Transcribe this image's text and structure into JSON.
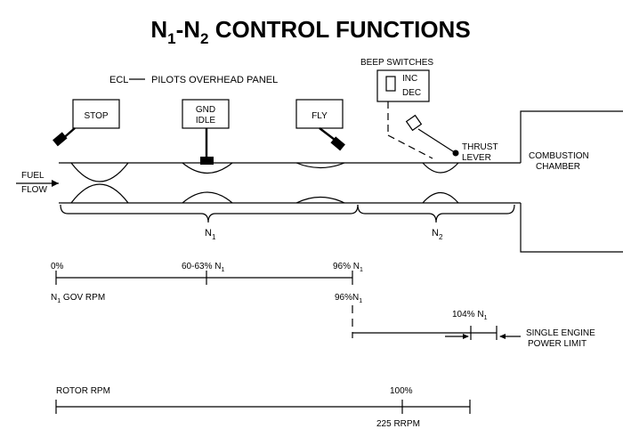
{
  "title": {
    "main_a": "N",
    "sub_a": "1",
    "dash": "-N",
    "sub_b": "2",
    "main_b": " CONTROL FUNCTIONS"
  },
  "panel": {
    "ecl": "ECL",
    "overhead": "PILOTS OVERHEAD PANEL",
    "stop": "STOP",
    "gnd": "GND",
    "idle": "IDLE",
    "fly": "FLY"
  },
  "beep": {
    "title": "BEEP SWITCHES",
    "inc": "INC",
    "dec": "DEC"
  },
  "thrust": {
    "line1": "THRUST",
    "line2": "LEVER"
  },
  "fuel": {
    "line1": "FUEL",
    "line2": "FLOW"
  },
  "chamber": {
    "line1": "COMBUSTION",
    "line2": "CHAMBER"
  },
  "braces": {
    "n1_main": "N",
    "n1_sub": "1",
    "n2_main": "N",
    "n2_sub": "2"
  },
  "scale_n1": {
    "zero": "0%",
    "mid": "60-63% N",
    "mid_sub": "1",
    "end": "96% N",
    "end_sub": "1",
    "gov_main": "N",
    "gov_sub": "1",
    "gov_rest": " GOV RPM"
  },
  "scale_power": {
    "start": "96%N",
    "start_sub": "1",
    "mark": "104% N",
    "mark_sub": "1",
    "limit1": "SINGLE ENGINE",
    "limit2": "POWER LIMIT"
  },
  "scale_rotor": {
    "label": "ROTOR RPM",
    "pct": "100%",
    "rrpm": "225 RRPM"
  }
}
